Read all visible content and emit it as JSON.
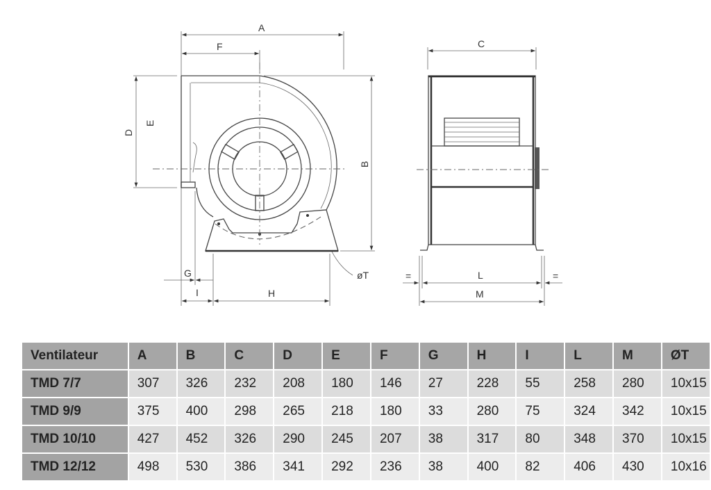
{
  "drawing": {
    "front_view_labels": {
      "A": "A",
      "F": "F",
      "D": "D",
      "E": "E",
      "B": "B",
      "G": "G",
      "I": "I",
      "H": "H",
      "T": "øT"
    },
    "side_view_labels": {
      "C": "C",
      "L": "L",
      "M": "M",
      "eq_left": "=",
      "eq_right": "="
    }
  },
  "table": {
    "headers": [
      "Ventilateur",
      "A",
      "B",
      "C",
      "D",
      "E",
      "F",
      "G",
      "H",
      "I",
      "L",
      "M",
      "ØT"
    ],
    "rows": [
      [
        "TMD 7/7",
        "307",
        "326",
        "232",
        "208",
        "180",
        "146",
        "27",
        "228",
        "55",
        "258",
        "280",
        "10x15"
      ],
      [
        "TMD 9/9",
        "375",
        "400",
        "298",
        "265",
        "218",
        "180",
        "33",
        "280",
        "75",
        "324",
        "342",
        "10x15"
      ],
      [
        "TMD 10/10",
        "427",
        "452",
        "326",
        "290",
        "245",
        "207",
        "38",
        "317",
        "80",
        "348",
        "370",
        "10x15"
      ],
      [
        "TMD 12/12",
        "498",
        "530",
        "386",
        "341",
        "292",
        "236",
        "38",
        "400",
        "82",
        "406",
        "430",
        "10x16"
      ]
    ]
  }
}
